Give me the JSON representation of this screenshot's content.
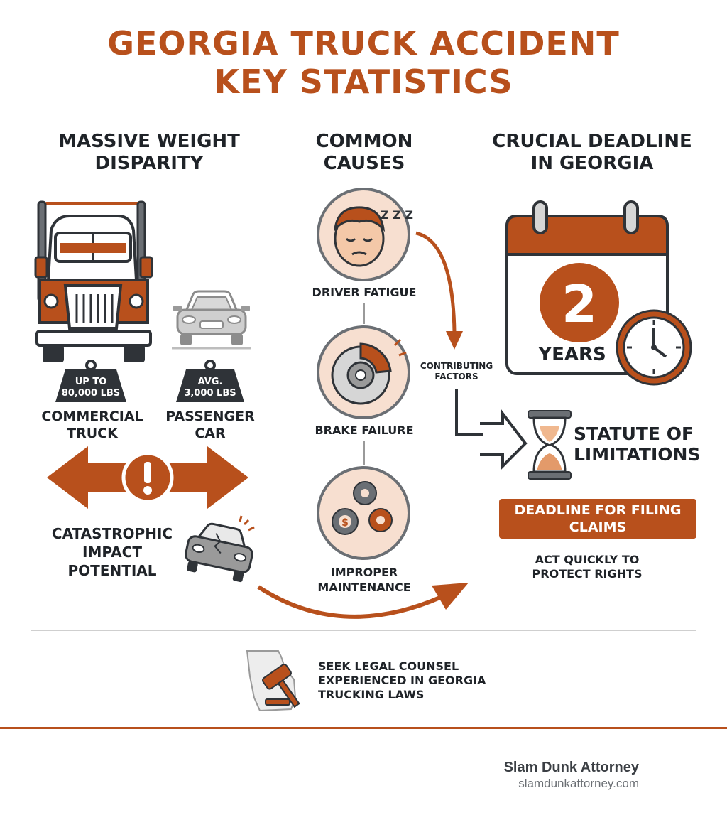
{
  "title": {
    "line1": "GEORGIA TRUCK ACCIDENT",
    "line2": "KEY STATISTICS"
  },
  "colors": {
    "accent": "#b8501c",
    "dark": "#2f3338",
    "soft": "#f7dfd0",
    "gray": "#9a9a9a"
  },
  "weight": {
    "heading_line1": "MASSIVE WEIGHT",
    "heading_line2": "DISPARITY",
    "truck_weight_line1": "UP TO",
    "truck_weight_line2": "80,000 LBS",
    "car_weight_line1": "AVG.",
    "car_weight_line2": "3,000 LBS",
    "truck_label_line1": "COMMERCIAL",
    "truck_label_line2": "TRUCK",
    "car_label_line1": "PASSENGER",
    "car_label_line2": "CAR",
    "impact_line1": "CATASTROPHIC",
    "impact_line2": "IMPACT",
    "impact_line3": "POTENTIAL",
    "icons": [
      "semi-truck-icon",
      "car-icon",
      "weight-icon",
      "alert-icon",
      "crashed-car-icon"
    ]
  },
  "causes": {
    "heading_line1": "COMMON",
    "heading_line2": "CAUSES",
    "items": [
      {
        "label_line1": "DRIVER FATIGUE",
        "icon": "sleepy-face-icon"
      },
      {
        "label_line1": "BRAKE FAILURE",
        "icon": "brake-disc-icon"
      },
      {
        "label_line1": "IMPROPER",
        "label_line2": "MAINTENANCE",
        "icon": "gears-icon"
      }
    ],
    "contributing_line1": "CONTRIBUTING",
    "contributing_line2": "FACTORS",
    "zzz": "Z Z Z",
    "dollar": "$"
  },
  "deadline": {
    "heading_line1": "CRUCIAL DEADLINE",
    "heading_line2": "IN GEORGIA",
    "number": "2",
    "unit": "YEARS",
    "statute_line1": "STATUTE OF",
    "statute_line2": "LIMITATIONS",
    "banner_line1": "DEADLINE FOR FILING",
    "banner_line2": "CLAIMS",
    "act_line1": "ACT QUICKLY TO",
    "act_line2": "PROTECT RIGHTS",
    "icons": [
      "calendar-icon",
      "clock-icon",
      "hourglass-icon",
      "arrow-right-icon"
    ]
  },
  "counsel": {
    "line1": "SEEK LEGAL COUNSEL",
    "line2": "EXPERIENCED IN GEORGIA",
    "line3": "TRUCKING LAWS",
    "icon": "georgia-gavel-icon"
  },
  "footer": {
    "brand": "Slam Dunk Attorney",
    "url": "slamdunkattorney.com"
  }
}
